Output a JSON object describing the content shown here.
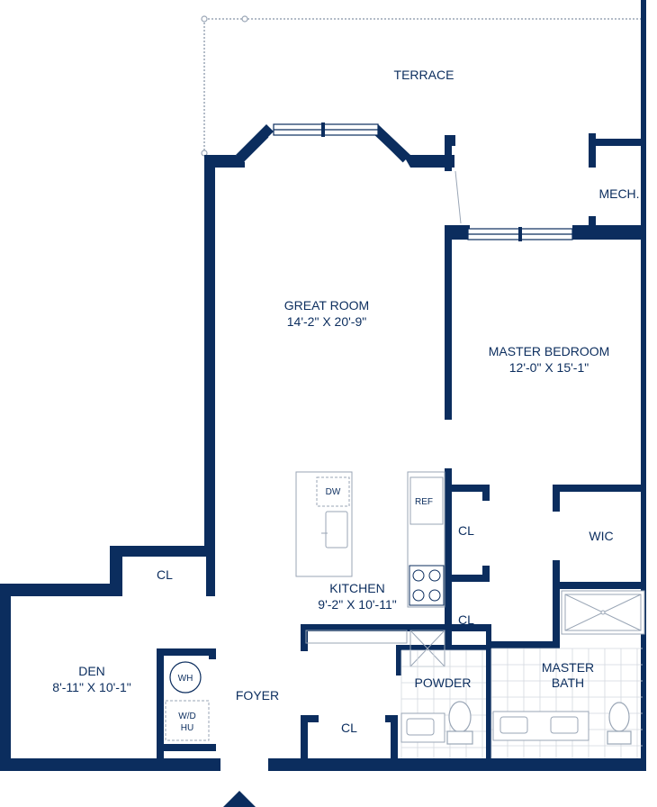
{
  "colors": {
    "wall": "#0b2d5e",
    "line": "#0b2d5e",
    "glass": "#ffffff",
    "tile": "#c9ced6",
    "fixture": "#e9ecf1"
  },
  "rooms": {
    "terrace": {
      "name": "TERRACE"
    },
    "mech": {
      "name": "MECH."
    },
    "great_room": {
      "name": "GREAT ROOM",
      "dim": "14'-2\" X 20'-9\""
    },
    "master_bedroom": {
      "name": "MASTER BEDROOM",
      "dim": "12'-0\" X 15'-1\""
    },
    "kitchen": {
      "name": "KITCHEN",
      "dim": "9'-2\" X 10'-11\""
    },
    "den": {
      "name": "DEN",
      "dim": "8'-11\" X 10'-1\""
    },
    "foyer": {
      "name": "FOYER"
    },
    "powder": {
      "name": "POWDER"
    },
    "master_bath": {
      "name": "MASTER",
      "name2": "BATH"
    },
    "wic": {
      "name": "WIC"
    },
    "closet_upper": {
      "name": "CL"
    },
    "closet_lower": {
      "name": "CL"
    },
    "closet_den": {
      "name": "CL"
    },
    "closet_foyer": {
      "name": "CL"
    }
  },
  "fixtures": {
    "dishwasher": "DW",
    "refrigerator": "REF",
    "water_heater": "WH",
    "washer_dryer": "W/D",
    "washer_dryer2": "HU"
  },
  "icons": {
    "entry": "entry-arrow-icon"
  }
}
